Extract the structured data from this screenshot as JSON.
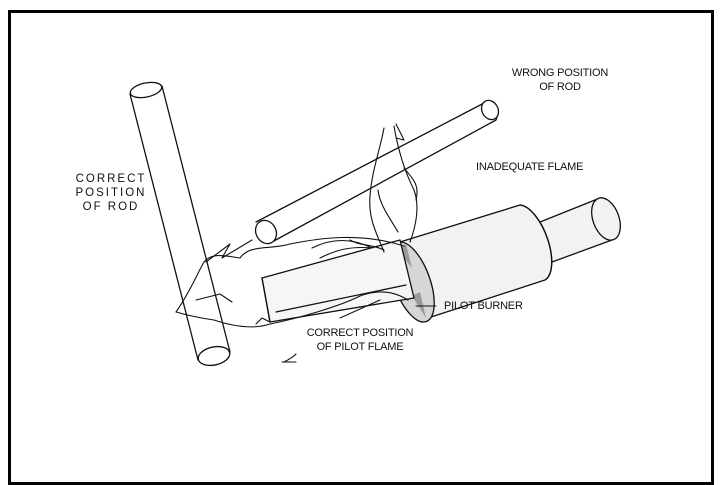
{
  "labels": {
    "wrong_position_line1": "WRONG POSITION",
    "wrong_position_line2": "OF ROD",
    "inadequate_flame": "INADEQUATE FLAME",
    "correct_position_rod_line1": "CORRECT",
    "correct_position_rod_line2": "POSITION",
    "correct_position_rod_line3": "OF ROD",
    "pilot_burner": "PILOT BURNER",
    "correct_pilot_flame_line1": "CORRECT POSITION",
    "correct_pilot_flame_line2": "OF PILOT FLAME"
  }
}
